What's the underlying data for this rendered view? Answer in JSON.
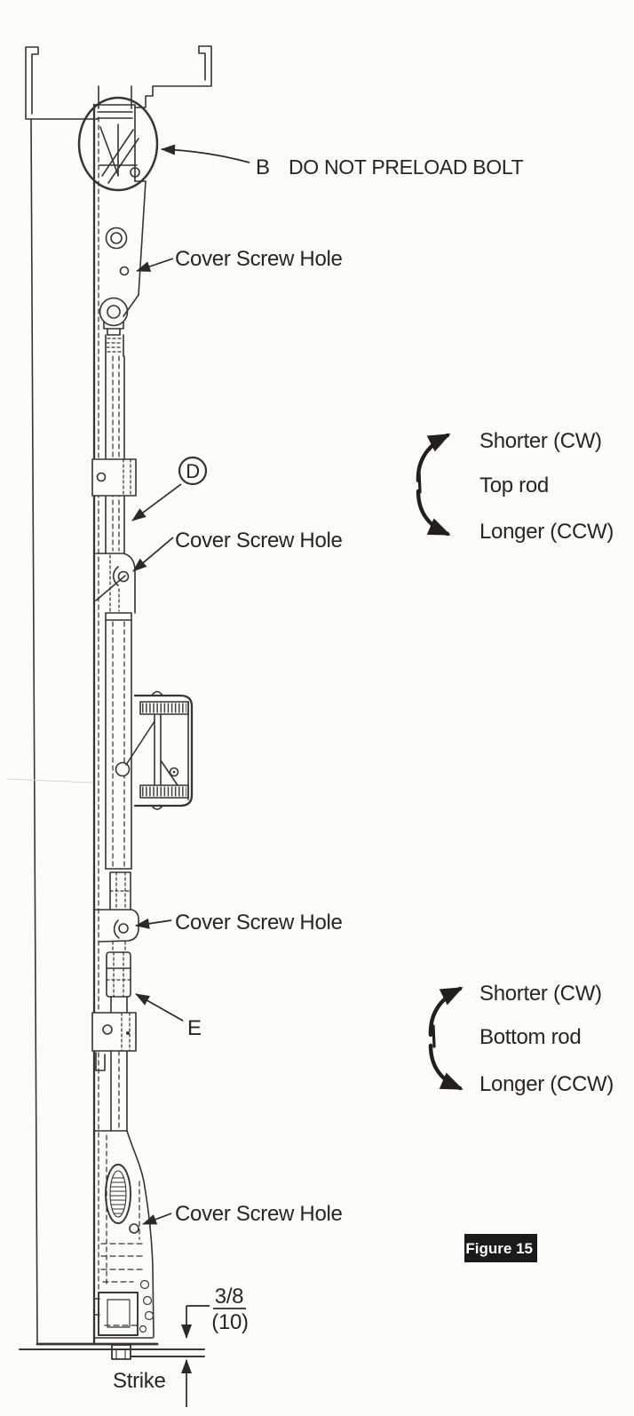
{
  "diagram": {
    "callout_b": {
      "key": "B",
      "label": "DO NOT PRELOAD BOLT"
    },
    "cover_screw_hole_label": "Cover Screw Hole",
    "adjuster_d_label": "D",
    "adjuster_e_label": "E",
    "strike_label": "Strike",
    "gap_dimension": {
      "inches": "3/8",
      "millimeters": "(10)"
    },
    "rotation_top": {
      "shorter": "Shorter (CW)",
      "rod": "Top rod",
      "longer": "Longer (CCW)"
    },
    "rotation_bottom": {
      "shorter": "Shorter (CW)",
      "rod": "Bottom rod",
      "longer": "Longer (CCW)"
    },
    "figure_caption": "Figure 15"
  },
  "colors": {
    "ink": "#38342f",
    "label_text": "#29251f",
    "figure_badge_bg": "#1c1a18",
    "figure_badge_text": "#ffffff",
    "paper": "#fcfcfa"
  }
}
